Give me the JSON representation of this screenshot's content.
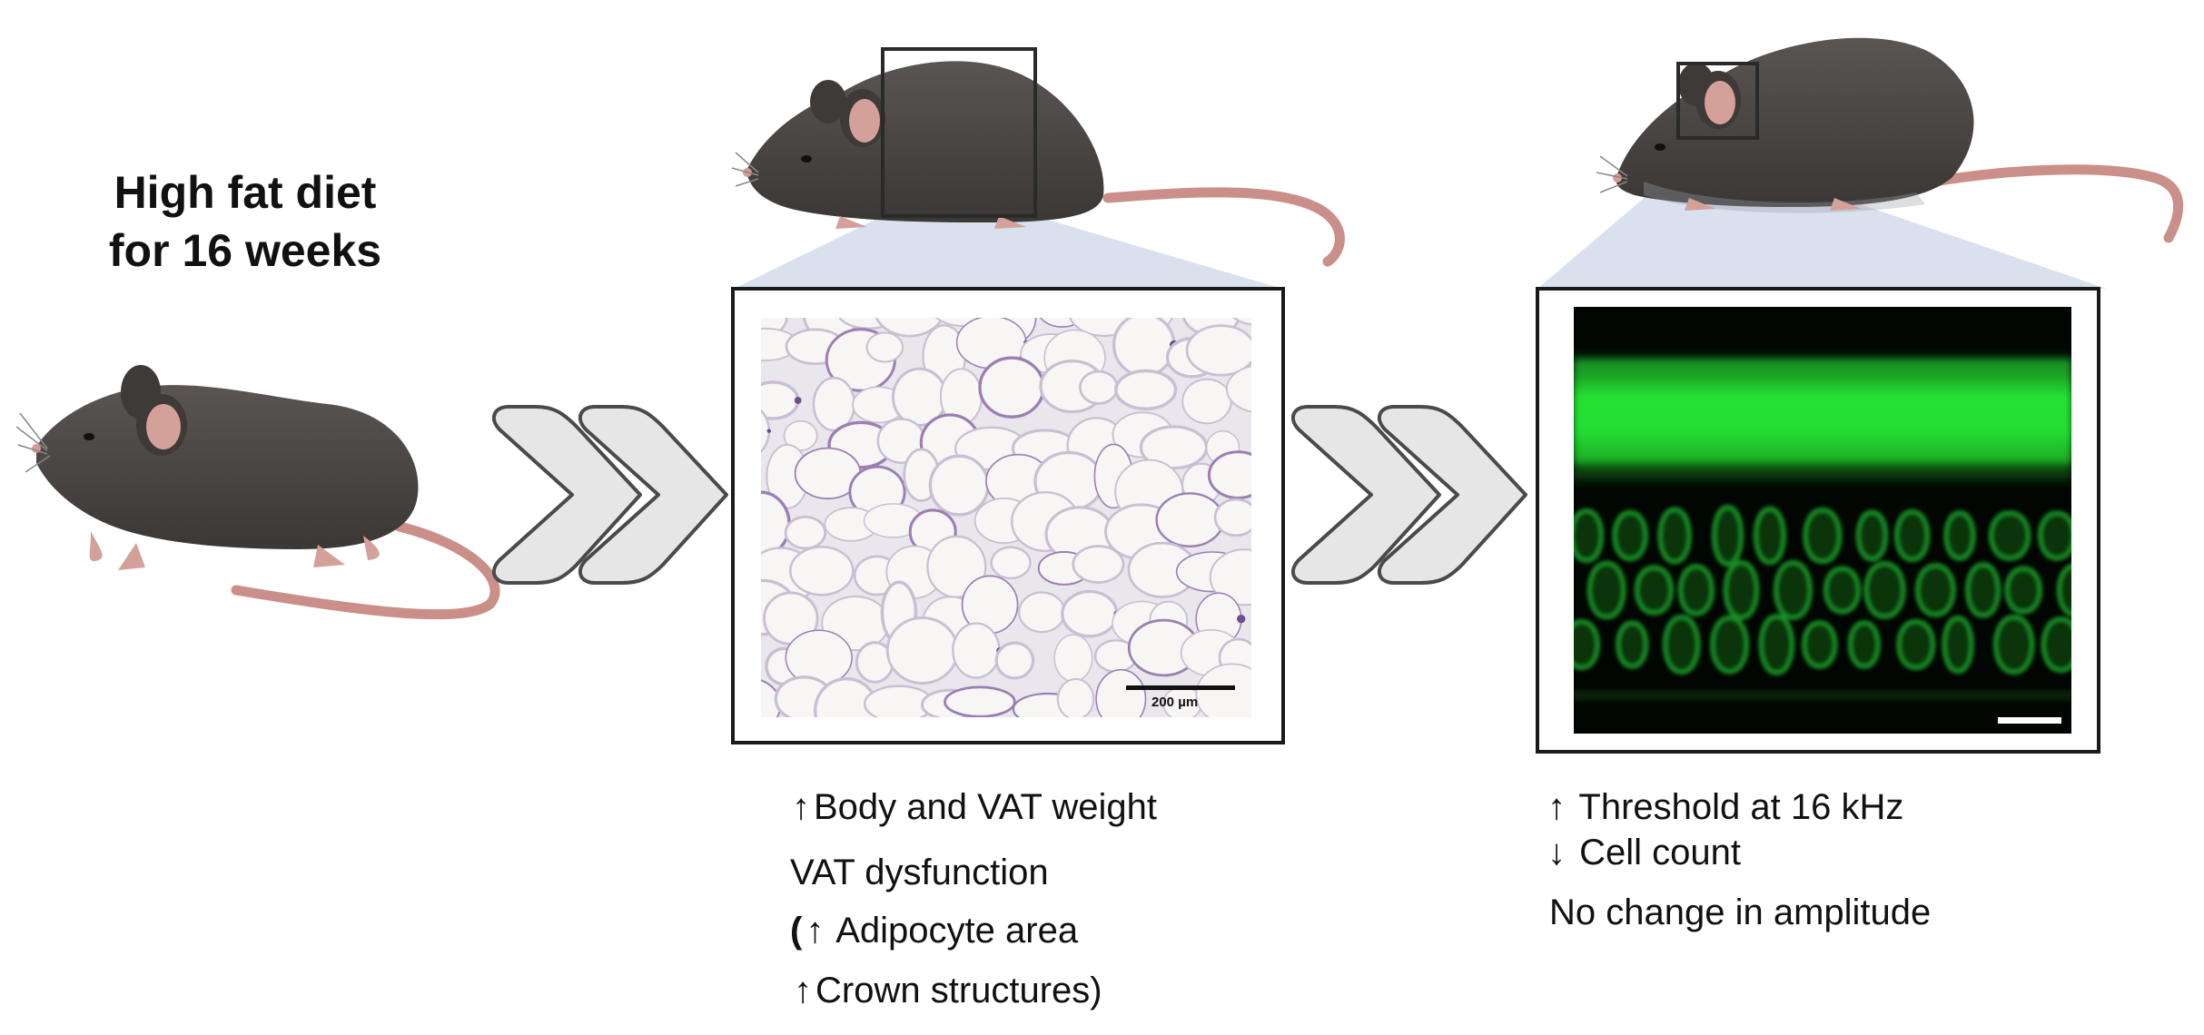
{
  "title_lines": [
    "High fat diet",
    "for 16 weeks"
  ],
  "histology": {
    "scale_bar_label": "200 µm"
  },
  "vat_results": [
    {
      "arrow": "↑",
      "text": "Body and VAT weight",
      "bold": true
    },
    {
      "arrow": "",
      "text": "VAT dysfunction",
      "bold": true
    },
    {
      "arrow": "↑",
      "prefix": "(",
      "text": "Adipocyte area",
      "bold": false
    },
    {
      "arrow": "↑",
      "text": "Crown structures)",
      "bold": false
    }
  ],
  "cochlea_results": [
    {
      "arrow": "↑",
      "text": "Threshold at 16 kHz",
      "bold": true
    },
    {
      "arrow": "↓",
      "text": "Cell count",
      "bold": true
    },
    {
      "arrow": "",
      "text": "No change in amplitude",
      "bold": true
    }
  ],
  "colors": {
    "mouse_body": "#4a4542",
    "mouse_pink": "#d4a09a",
    "chevron_fill": "#e6e6e6",
    "chevron_stroke": "#4a4a4a",
    "zoom_wedge": "#d9e1ee",
    "fluorescence": "#22d633"
  }
}
